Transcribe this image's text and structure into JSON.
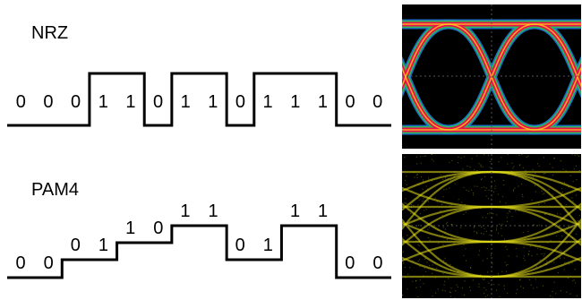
{
  "nrz": {
    "title": "NRZ",
    "bits": [
      "0",
      "0",
      "0",
      "1",
      "1",
      "0",
      "1",
      "1",
      "0",
      "1",
      "1",
      "1",
      "0",
      "0"
    ],
    "levels": [
      0,
      0,
      0,
      1,
      1,
      0,
      1,
      1,
      0,
      1,
      1,
      1,
      0,
      0
    ]
  },
  "pam4": {
    "title": "PAM4",
    "symbols": [
      "0 0",
      "0 1",
      "1 0",
      "1 1",
      "0 1",
      "1 1",
      "0 0"
    ],
    "levels": [
      0,
      1,
      2,
      3,
      1,
      3,
      0
    ]
  },
  "eye_nrz": {
    "colors": [
      "#e8114a",
      "#ffd21a",
      "#1f7bd6",
      "#2fbf4a"
    ]
  },
  "eye_pam4": {
    "color": "#e6e01a"
  }
}
